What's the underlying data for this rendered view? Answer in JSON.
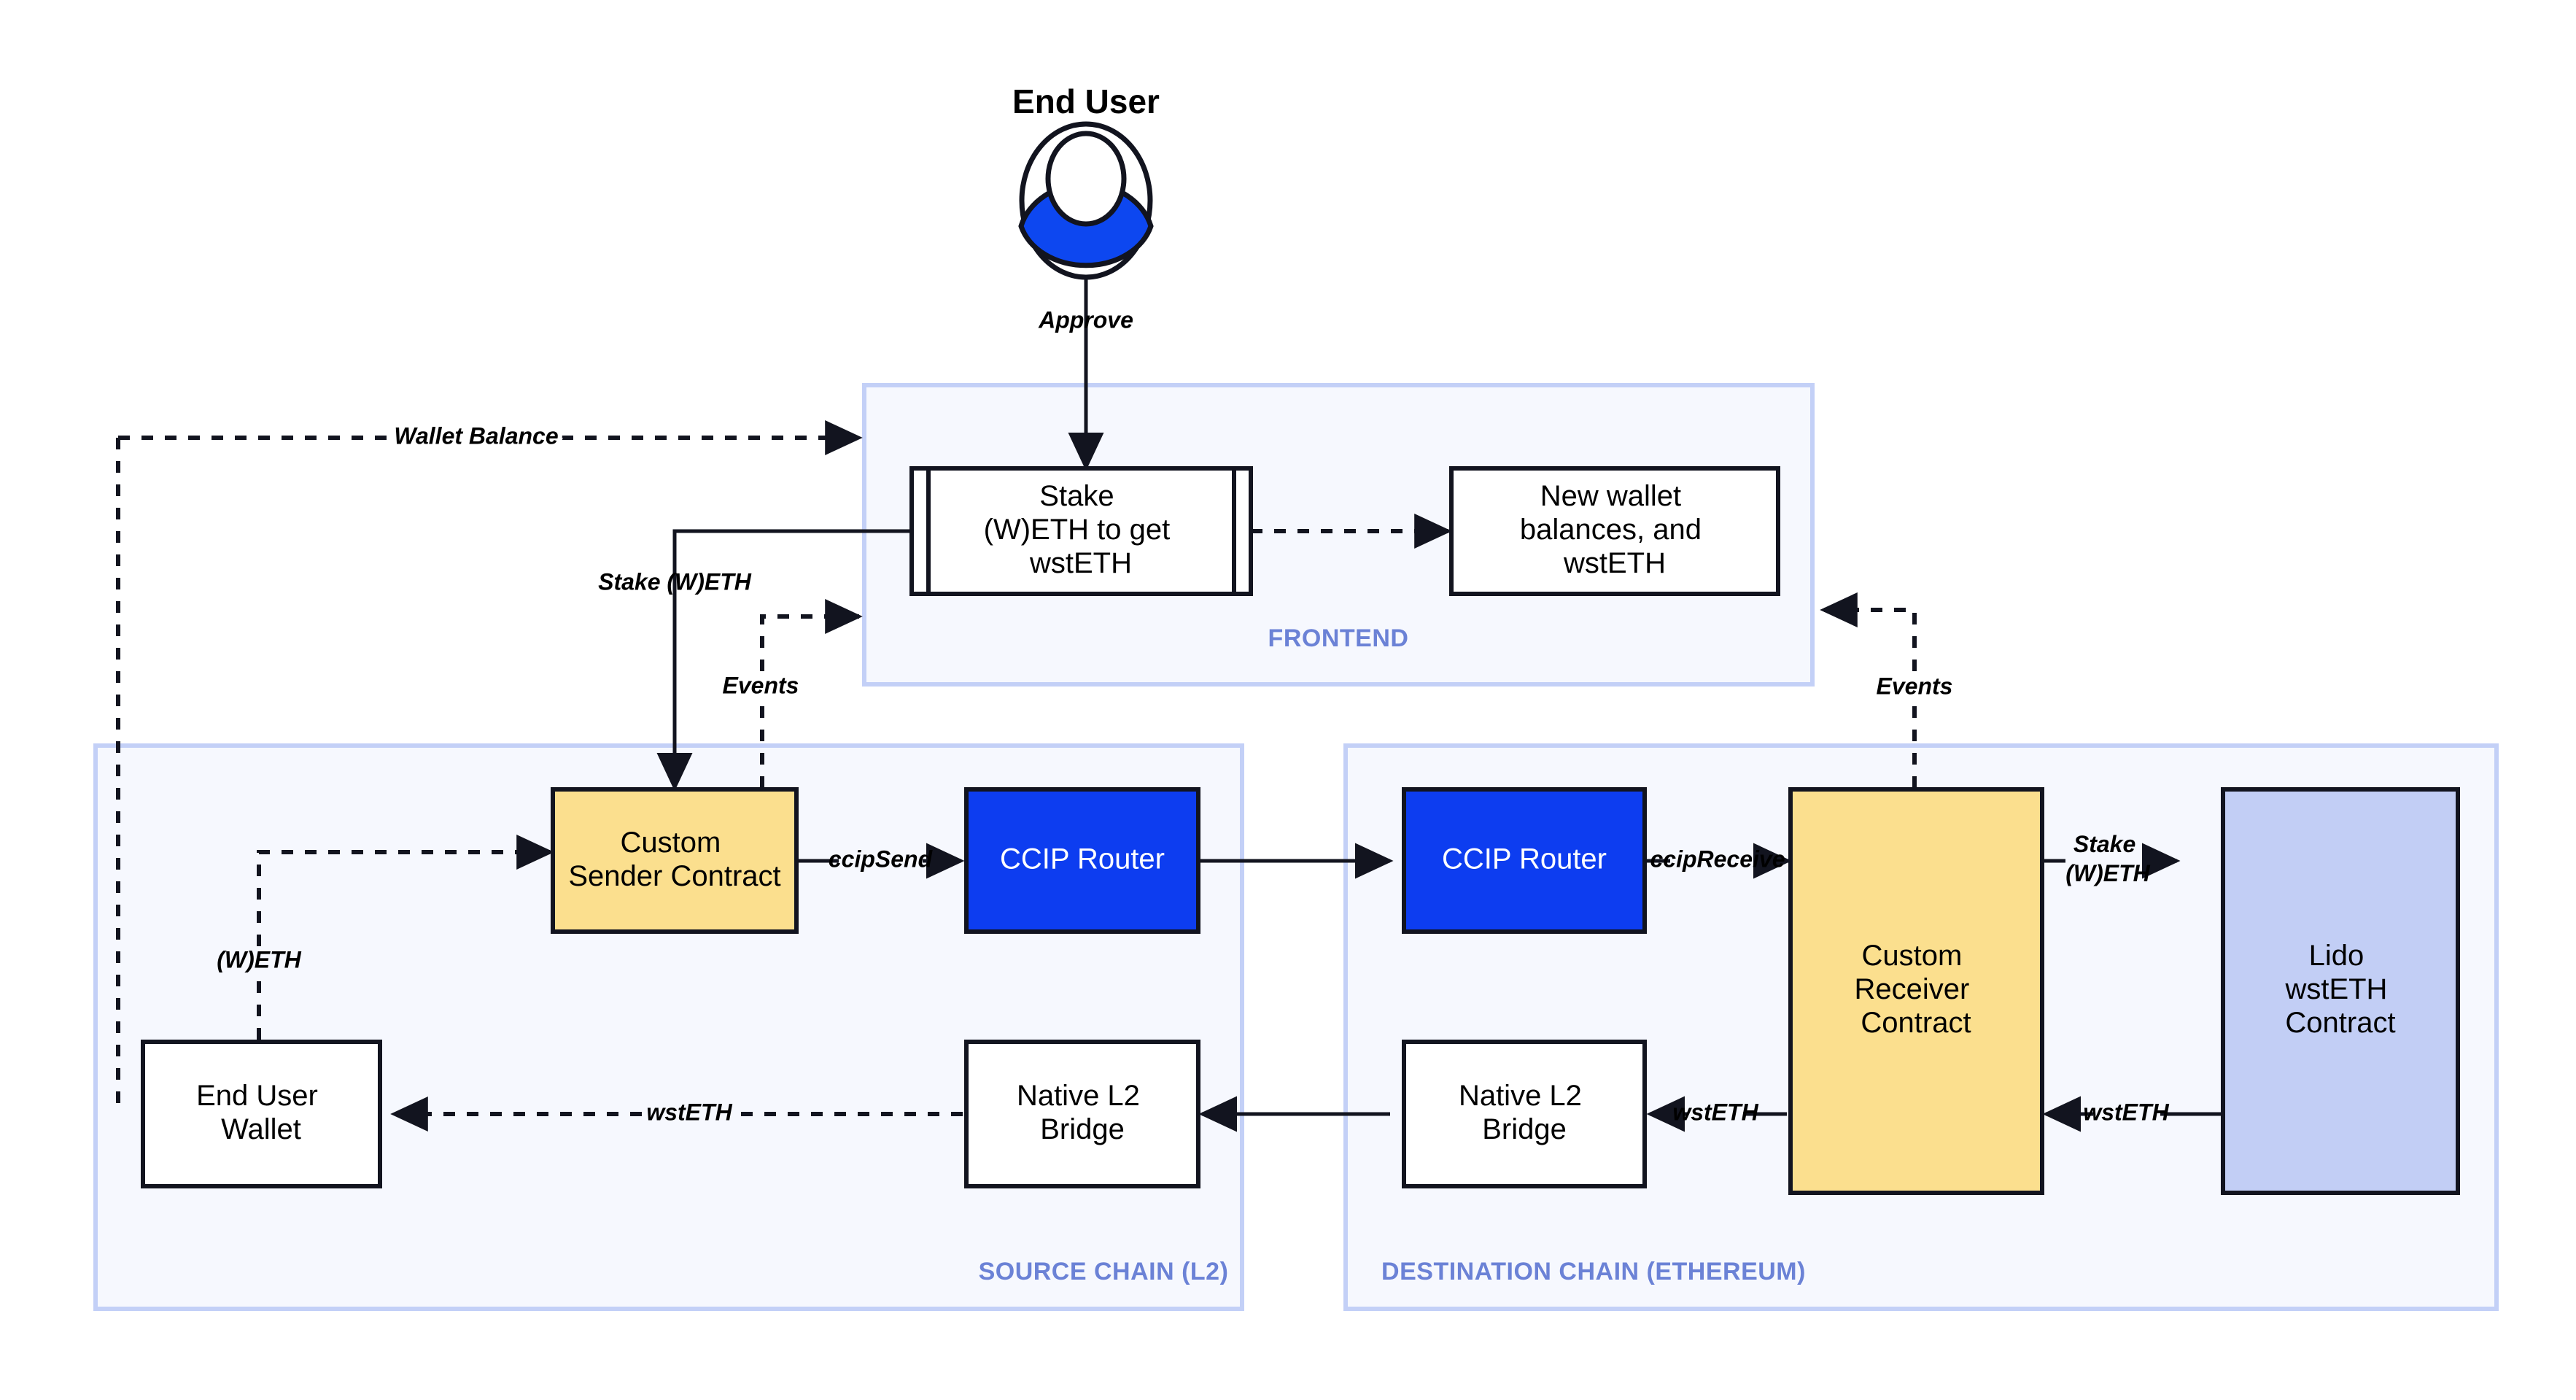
{
  "actor": {
    "title": "End User",
    "icon": "user-avatar-icon",
    "body_color": "#0d47f0"
  },
  "groups": [
    {
      "id": "frontend",
      "label": "FRONTEND"
    },
    {
      "id": "source",
      "label": "SOURCE CHAIN (L2)"
    },
    {
      "id": "destination",
      "label": "DESTINATION CHAIN (ETHEREUM)"
    }
  ],
  "colors": {
    "group_fill": "#f6f8fe",
    "group_stroke": "#c3d0f7",
    "group_label": "#6b82d6",
    "router_blue": "#0d3df0",
    "contract_yellow": "#fbdf8e",
    "lido_purple": "#c2cef5",
    "stroke_dark": "#12141f",
    "white": "#ffffff"
  },
  "nodes": {
    "stake_form": {
      "label_lines": [
        "Stake",
        "(W)ETH to get",
        "wstETH"
      ],
      "shape": "predefined-process",
      "fill": "#ffffff"
    },
    "new_balances": {
      "label_lines": [
        "New wallet",
        "balances, and",
        "wstETH"
      ],
      "shape": "rect",
      "fill": "#ffffff"
    },
    "sender": {
      "label_lines": [
        "Custom",
        "Sender Contract"
      ],
      "shape": "rect",
      "fill": "#fbdf8e"
    },
    "router_src": {
      "label_lines": [
        "CCIP Router"
      ],
      "shape": "rect",
      "fill": "#0d3df0"
    },
    "router_dst": {
      "label_lines": [
        "CCIP Router"
      ],
      "shape": "rect",
      "fill": "#0d3df0"
    },
    "receiver": {
      "label_lines": [
        "Custom",
        "Receiver",
        "Contract"
      ],
      "shape": "rect",
      "fill": "#fbdf8e"
    },
    "lido": {
      "label_lines": [
        "Lido",
        "wstETH",
        "Contract"
      ],
      "shape": "rect",
      "fill": "#c2cef5"
    },
    "wallet": {
      "label_lines": [
        "End User",
        "Wallet"
      ],
      "shape": "rect",
      "fill": "#ffffff"
    },
    "bridge_src": {
      "label_lines": [
        "Native L2",
        "Bridge"
      ],
      "shape": "rect",
      "fill": "#ffffff"
    },
    "bridge_dst": {
      "label_lines": [
        "Native L2",
        "Bridge"
      ],
      "shape": "rect",
      "fill": "#ffffff"
    }
  },
  "edges": {
    "approve": {
      "label": "Approve",
      "style": "solid"
    },
    "wallet_balance": {
      "label": "Wallet Balance",
      "style": "dashed"
    },
    "stake_weth_src": {
      "label": "Stake (W)ETH",
      "style": "solid"
    },
    "events_src": {
      "label": "Events",
      "style": "dashed"
    },
    "events_dst": {
      "label": "Events",
      "style": "dashed"
    },
    "weth": {
      "label": "(W)ETH",
      "style": "dashed"
    },
    "ccip_send": {
      "label": "ccipSend",
      "style": "solid"
    },
    "ccip_receive": {
      "label": "ccipReceive",
      "style": "solid"
    },
    "stake_weth_dst": {
      "label_lines": [
        "Stake",
        "(W)ETH"
      ],
      "style": "solid"
    },
    "wsteth_lido": {
      "label": "wstETH",
      "style": "solid"
    },
    "wsteth_bridge": {
      "label": "wstETH",
      "style": "solid"
    },
    "wsteth_wallet": {
      "label": "wstETH",
      "style": "dashed"
    },
    "frontend_flow": {
      "label": "",
      "style": "dashed"
    },
    "router_to_router": {
      "label": "",
      "style": "solid"
    },
    "bridge_to_bridge": {
      "label": "",
      "style": "solid"
    }
  }
}
